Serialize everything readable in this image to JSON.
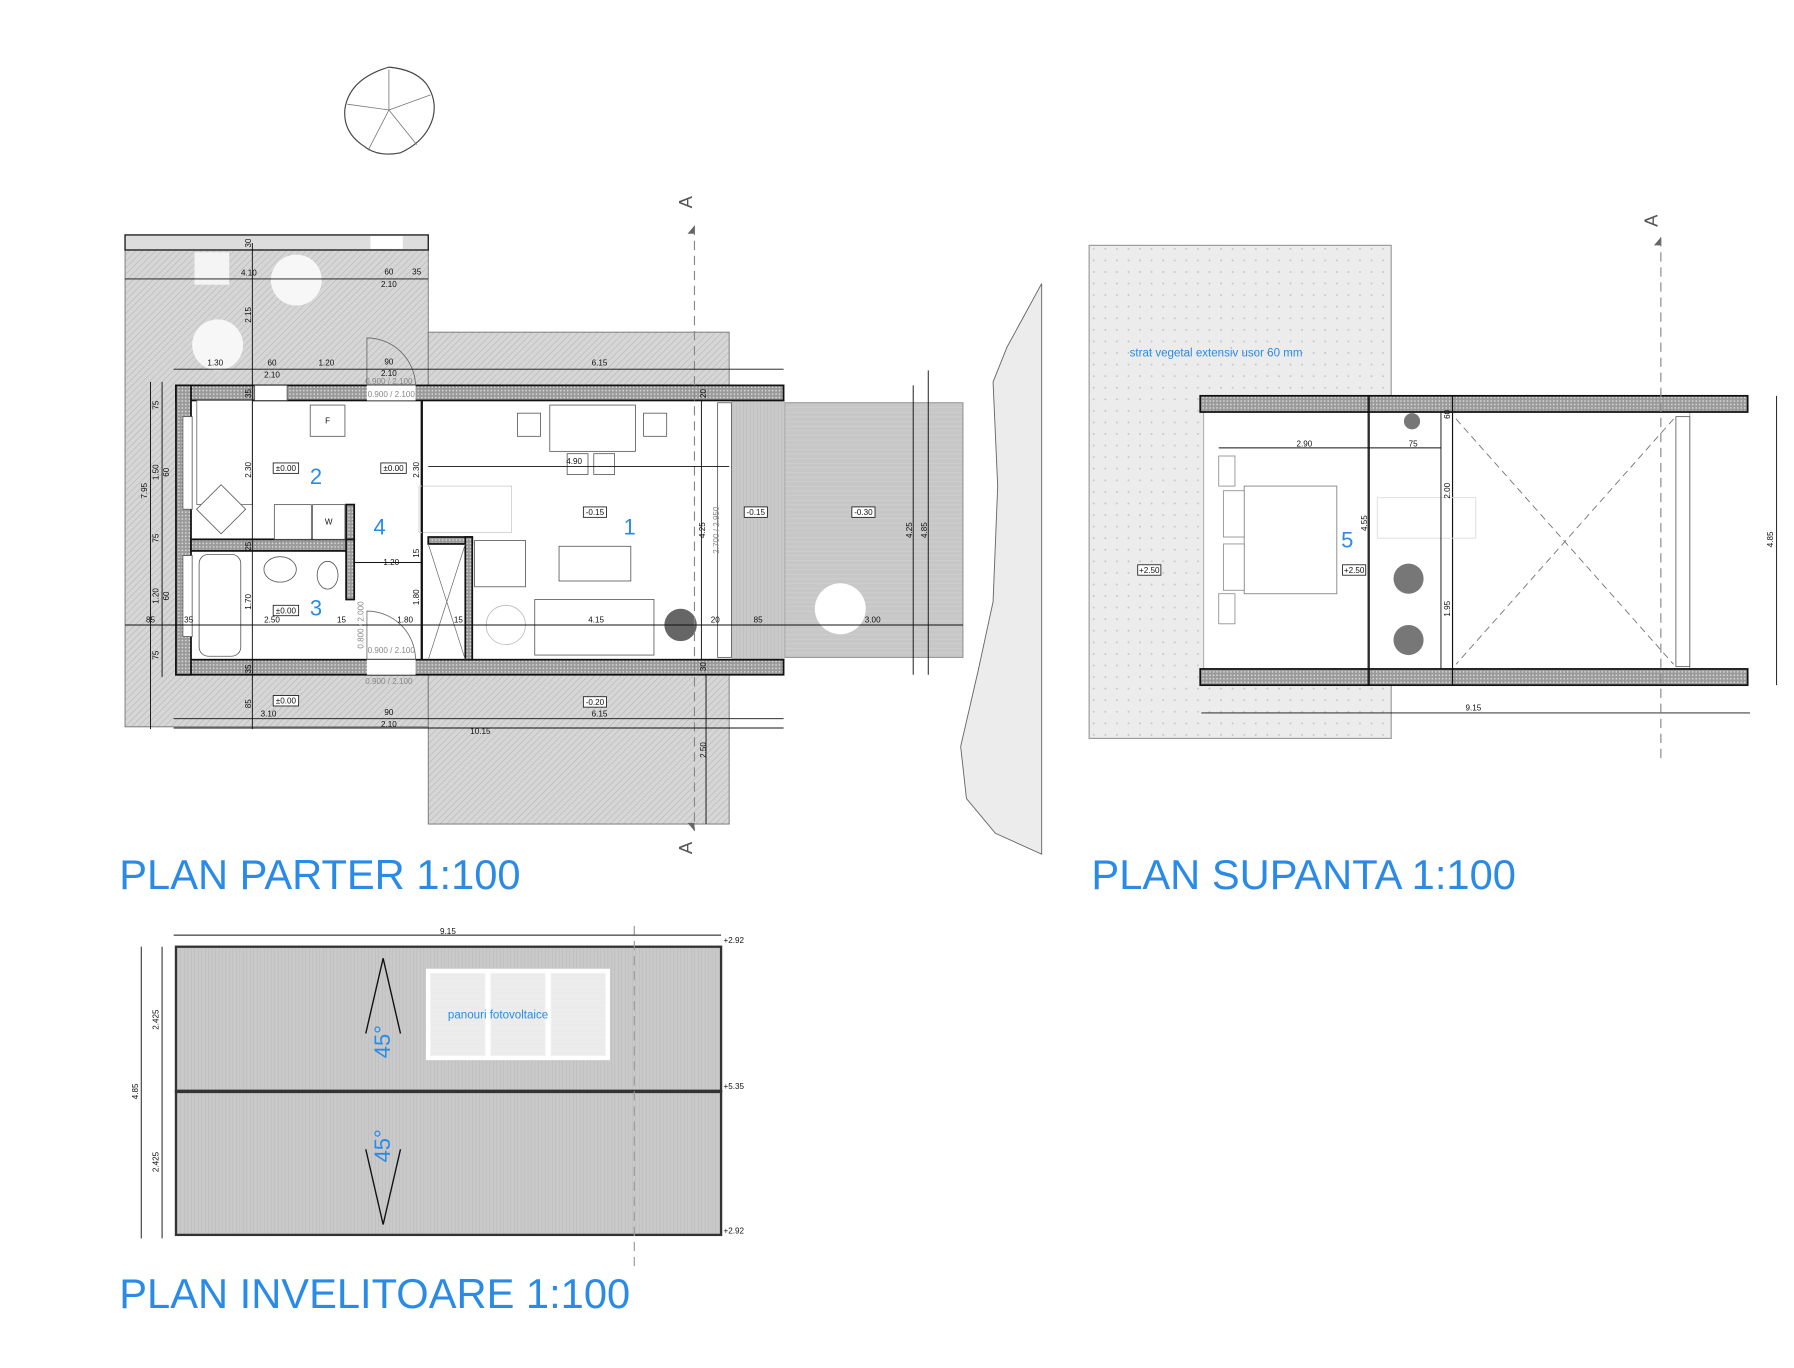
{
  "titles": {
    "ground": "PLAN PARTER 1:100",
    "mezzanine": "PLAN SUPANTA 1:100",
    "roof": "PLAN INVELITOARE 1:100"
  },
  "section_marker": "A",
  "colors": {
    "accent": "#2a8be6",
    "hatch": "#c8c8c8",
    "terrain": "#ececec"
  },
  "ground": {
    "rooms": [
      "1",
      "2",
      "3",
      "4"
    ],
    "levels": [
      "±0.00",
      "±0.00",
      "-0.15",
      "-0.15",
      "-0.30",
      "±0.00",
      "±0.00",
      "-0.20"
    ],
    "fixtures": {
      "fridge": "F",
      "washer": "W"
    },
    "doors": [
      "0.900 / 2.100",
      "0.900 / 2.100",
      "0.900 / 2.100",
      "0.900 / 2.100",
      "2.700 / 2.950",
      "0.800 / 2.000"
    ],
    "dims_top": [
      "4.10",
      "60",
      "35",
      "2.10",
      "1.30",
      "60",
      "1.20",
      "90",
      "6.15",
      "2.10",
      "2.10"
    ],
    "dims_mid": [
      "4.90",
      "1.20",
      "85",
      "35",
      "2.50",
      "15",
      "1.80",
      "15",
      "4.15",
      "20",
      "85",
      "3.00"
    ],
    "dims_bottom": [
      "3.10",
      "90",
      "6.15",
      "2.10",
      "10.15"
    ],
    "dims_vertical": [
      "30",
      "2.15",
      "7.95",
      "75",
      "1.50",
      "60",
      "75",
      "1.20",
      "60",
      "75",
      "35",
      "2.30",
      "2.30",
      "25",
      "15",
      "1.70",
      "1.80",
      "35",
      "85",
      "20",
      "30",
      "4.25",
      "4.25",
      "4.85",
      "2.50"
    ]
  },
  "mezzanine": {
    "room": "5",
    "levels": [
      "+2.50",
      "+2.50"
    ],
    "note": "strat vegetal extensiv usor 60 mm",
    "dims": [
      "2.90",
      "75",
      "60",
      "2.00",
      "4.55",
      "1.95",
      "4.85",
      "9.15"
    ]
  },
  "roof": {
    "note": "panouri fotovoltaice",
    "slopes": [
      "45°",
      "45°"
    ],
    "levels": [
      "+2.92",
      "+5.35",
      "+2.92"
    ],
    "dims": [
      "9.15",
      "2.425",
      "2.425",
      "4.85"
    ]
  }
}
